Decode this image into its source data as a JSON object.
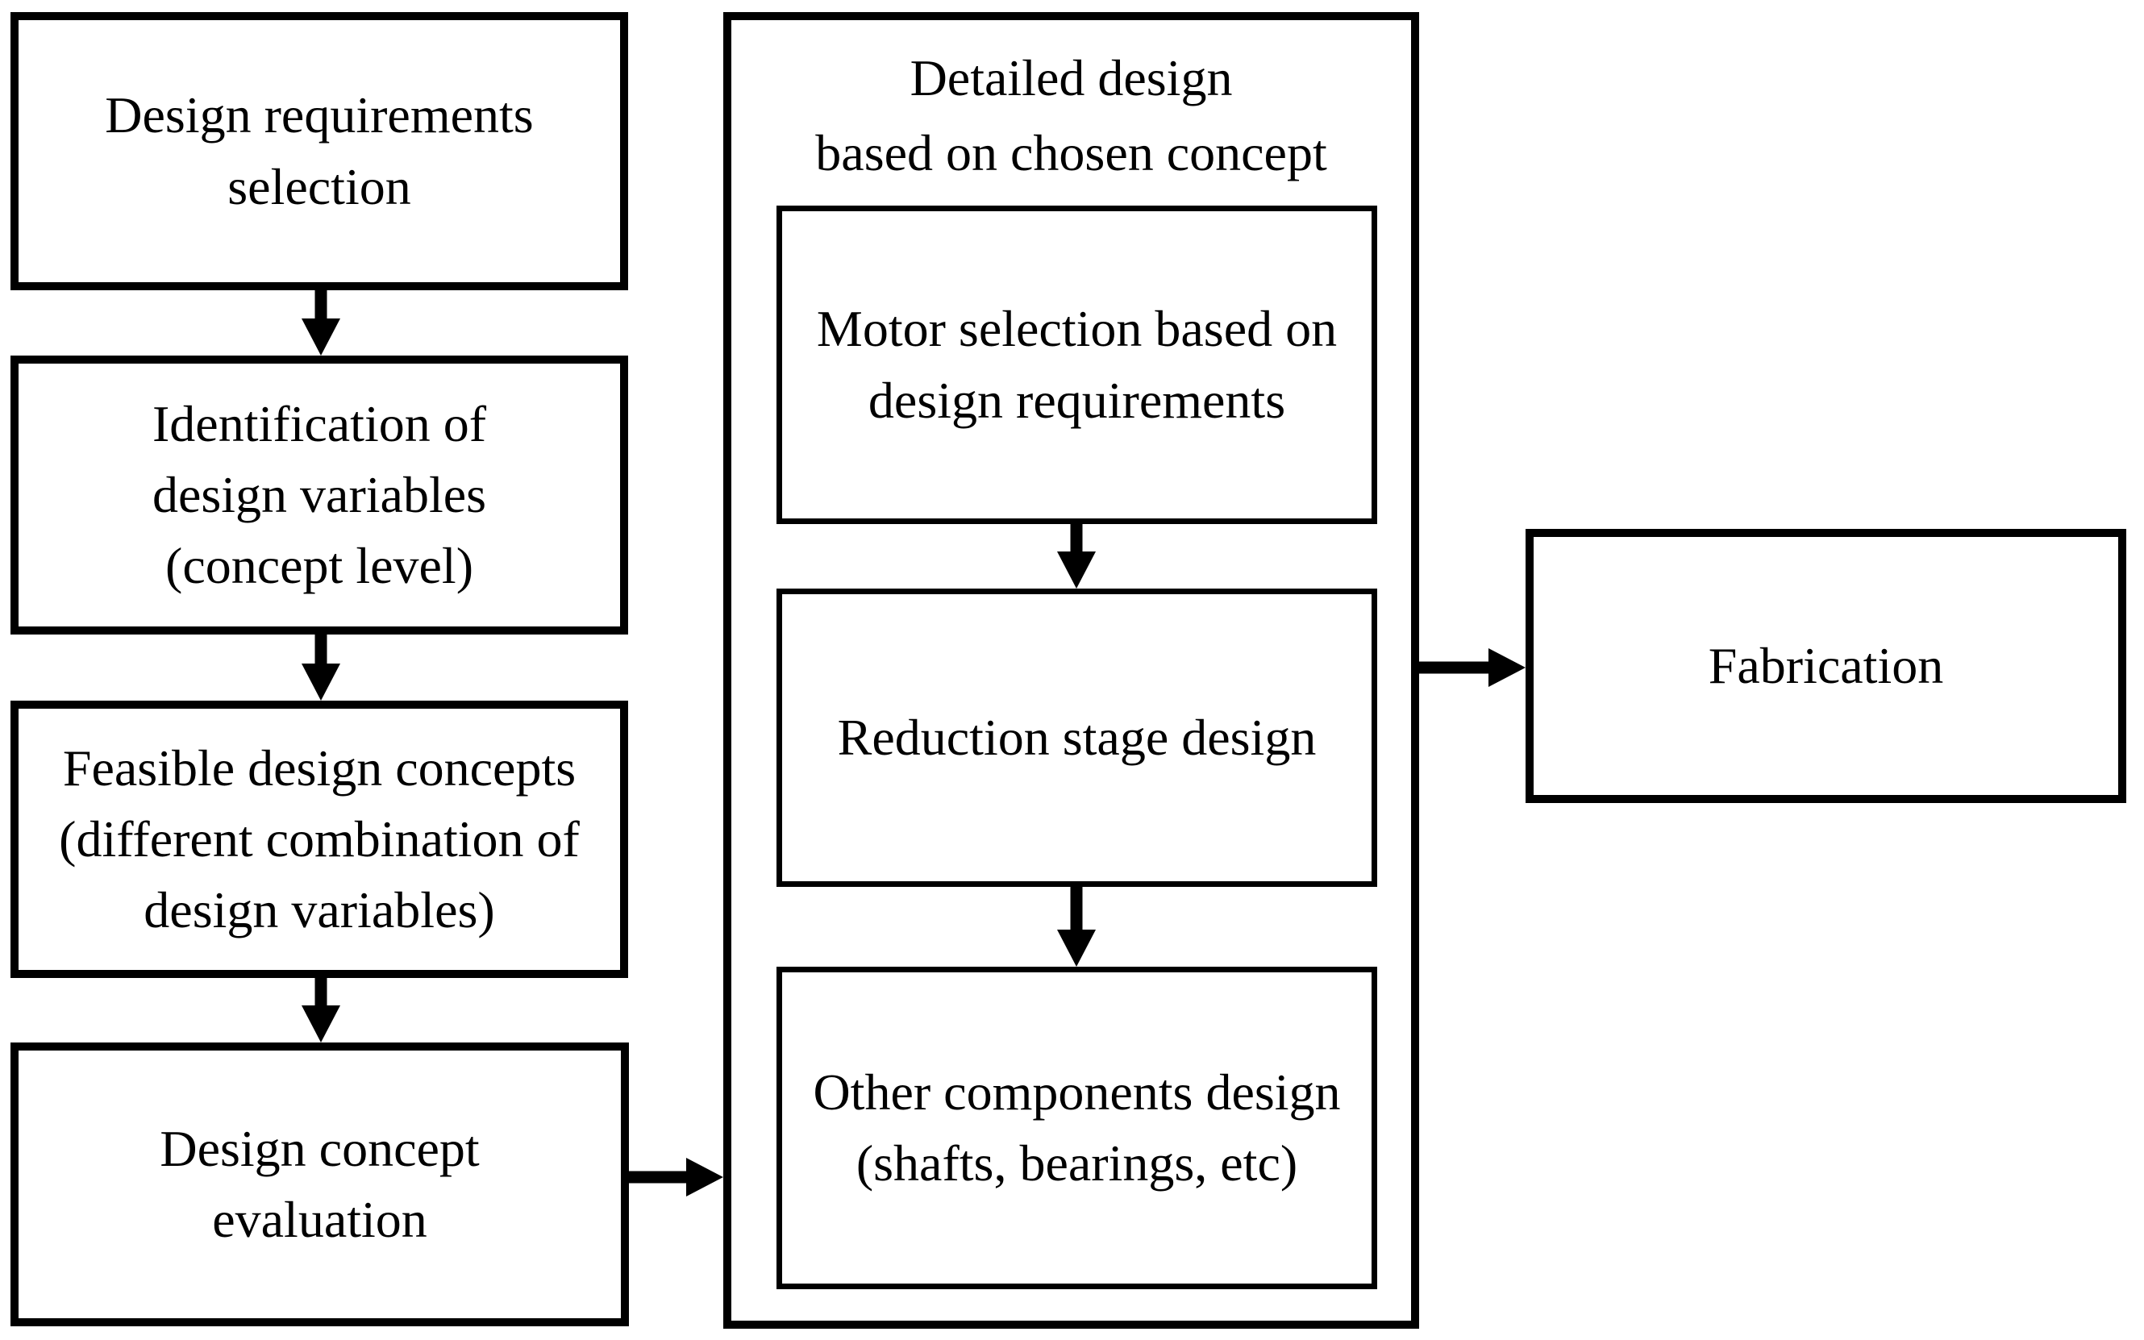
{
  "colors": {
    "background": "#ffffff",
    "line": "#000000",
    "text": "#000000"
  },
  "flow": {
    "left_column": [
      {
        "name": "design-requirements-selection",
        "lines": [
          "Design requirements",
          "selection"
        ]
      },
      {
        "name": "identification-of-design-variables",
        "lines": [
          "Identification of",
          "design variables",
          "(concept level)"
        ]
      },
      {
        "name": "feasible-design-concepts",
        "lines": [
          "Feasible design concepts",
          "(different combination of",
          "design variables)"
        ]
      },
      {
        "name": "design-concept-evaluation",
        "lines": [
          "Design concept",
          "evaluation"
        ]
      }
    ],
    "detailed_design_group": {
      "title_lines": [
        "Detailed design",
        "based on chosen concept"
      ],
      "steps": [
        {
          "name": "motor-selection",
          "lines": [
            "Motor selection based on",
            "design requirements"
          ]
        },
        {
          "name": "reduction-stage-design",
          "lines": [
            "Reduction stage design"
          ]
        },
        {
          "name": "other-components-design",
          "lines": [
            "Other components design",
            "(shafts, bearings, etc)"
          ]
        }
      ]
    },
    "final_step": {
      "name": "fabrication",
      "lines": [
        "Fabrication"
      ]
    }
  }
}
